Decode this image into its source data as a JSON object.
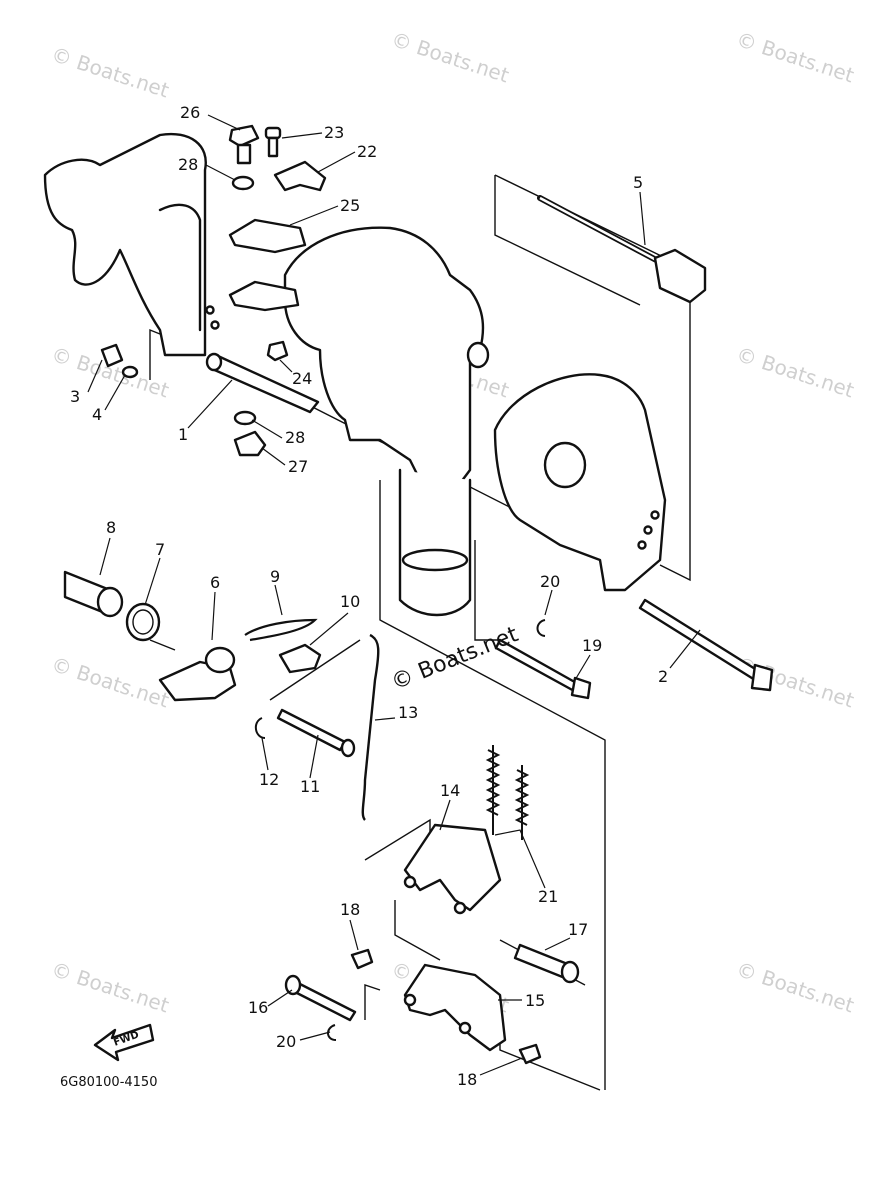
{
  "watermark": {
    "text": "© Boats.net",
    "main_text": "© Boats.net"
  },
  "diagram_code": "6G80100-4150",
  "fwd_label": "FWD",
  "callouts": [
    {
      "id": "c26",
      "text": "26"
    },
    {
      "id": "c23",
      "text": "23"
    },
    {
      "id": "c22",
      "text": "22"
    },
    {
      "id": "c28a",
      "text": "28"
    },
    {
      "id": "c25",
      "text": "25"
    },
    {
      "id": "c5",
      "text": "5"
    },
    {
      "id": "c3",
      "text": "3"
    },
    {
      "id": "c4",
      "text": "4"
    },
    {
      "id": "c24",
      "text": "24"
    },
    {
      "id": "c1",
      "text": "1"
    },
    {
      "id": "c28b",
      "text": "28"
    },
    {
      "id": "c27",
      "text": "27"
    },
    {
      "id": "c8",
      "text": "8"
    },
    {
      "id": "c7",
      "text": "7"
    },
    {
      "id": "c6",
      "text": "6"
    },
    {
      "id": "c9",
      "text": "9"
    },
    {
      "id": "c10",
      "text": "10"
    },
    {
      "id": "c20a",
      "text": "20"
    },
    {
      "id": "c19",
      "text": "19"
    },
    {
      "id": "c2",
      "text": "2"
    },
    {
      "id": "c13",
      "text": "13"
    },
    {
      "id": "c12",
      "text": "12"
    },
    {
      "id": "c11",
      "text": "11"
    },
    {
      "id": "c14",
      "text": "14"
    },
    {
      "id": "c21",
      "text": "21"
    },
    {
      "id": "c18a",
      "text": "18"
    },
    {
      "id": "c17",
      "text": "17"
    },
    {
      "id": "c16",
      "text": "16"
    },
    {
      "id": "c15",
      "text": "15"
    },
    {
      "id": "c20b",
      "text": "20"
    },
    {
      "id": "c18b",
      "text": "18"
    }
  ]
}
